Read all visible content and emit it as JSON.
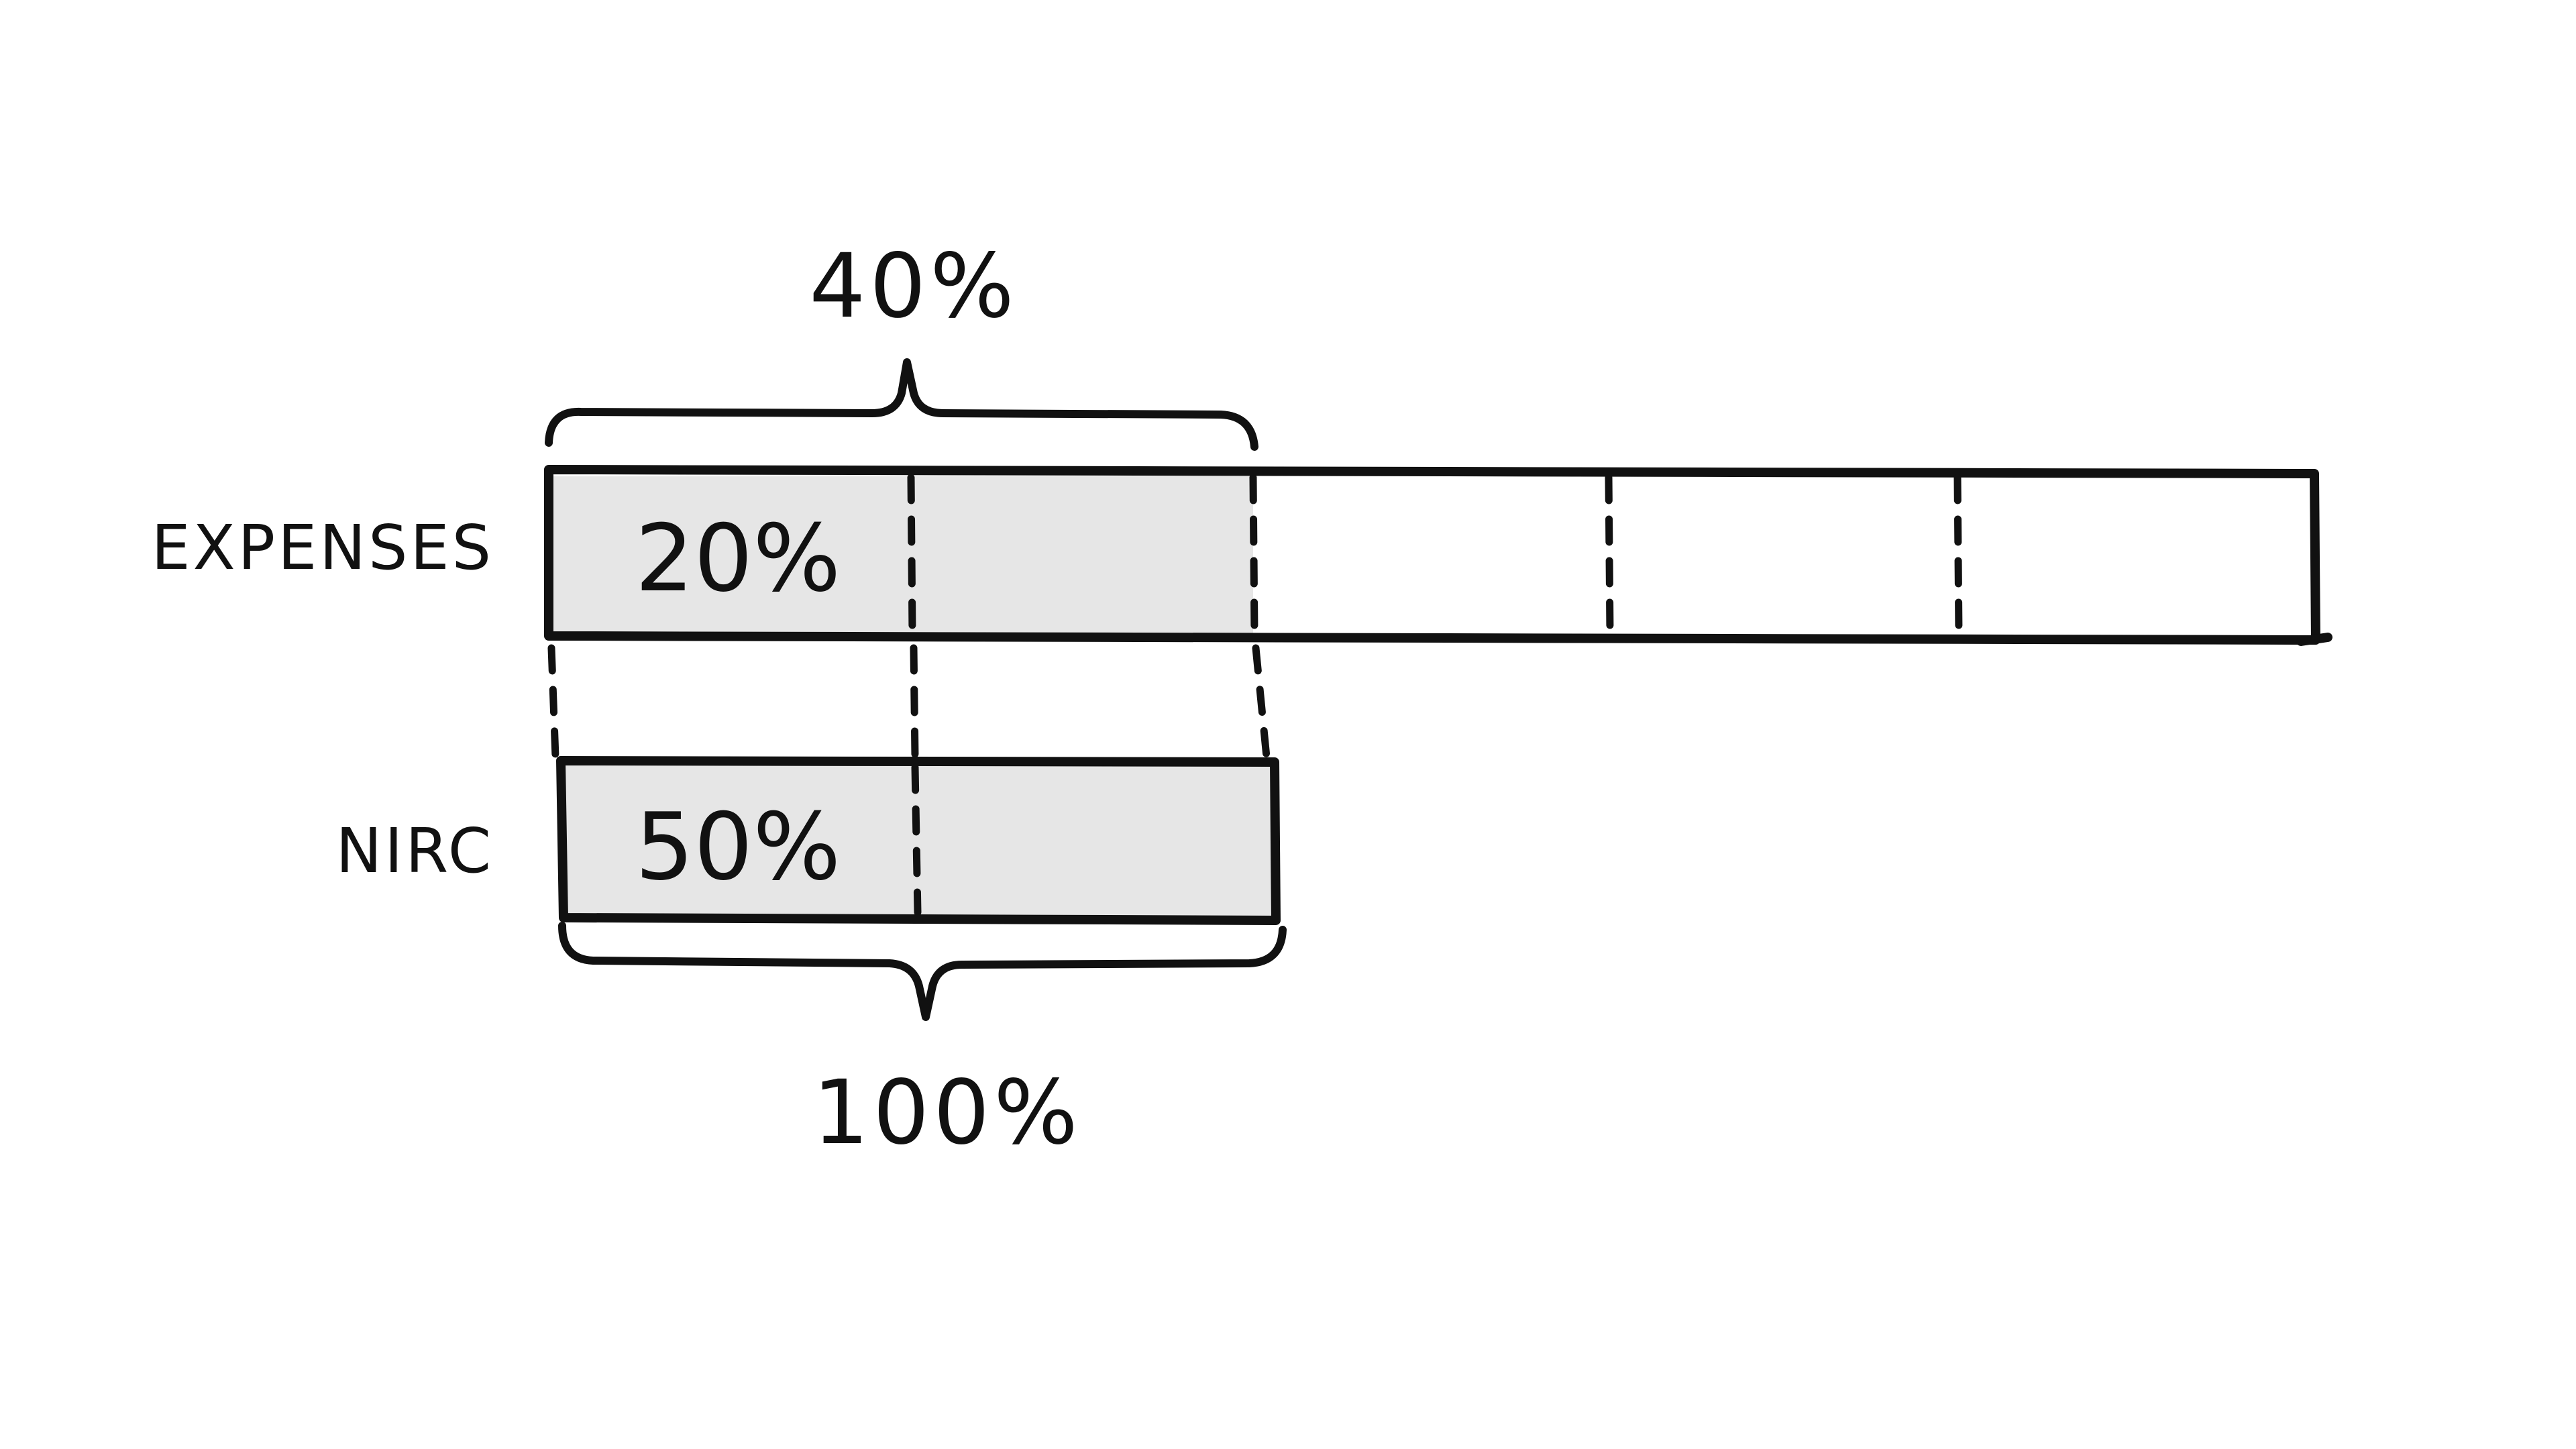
{
  "diagram": {
    "rows": [
      {
        "label": "EXPENSES",
        "segment_label": "20%",
        "segments_total": 5,
        "segments_shaded": 2,
        "segment_value_percent": 20
      },
      {
        "label": "NIRC",
        "segment_label": "50%",
        "segments_total": 2,
        "segments_shaded": 2,
        "segment_value_percent": 50
      }
    ],
    "brace_top_label": "40%",
    "brace_bottom_label": "100%",
    "colors": {
      "ink": "#111111",
      "shade": "#e6e6e6",
      "background": "#ffffff"
    }
  }
}
